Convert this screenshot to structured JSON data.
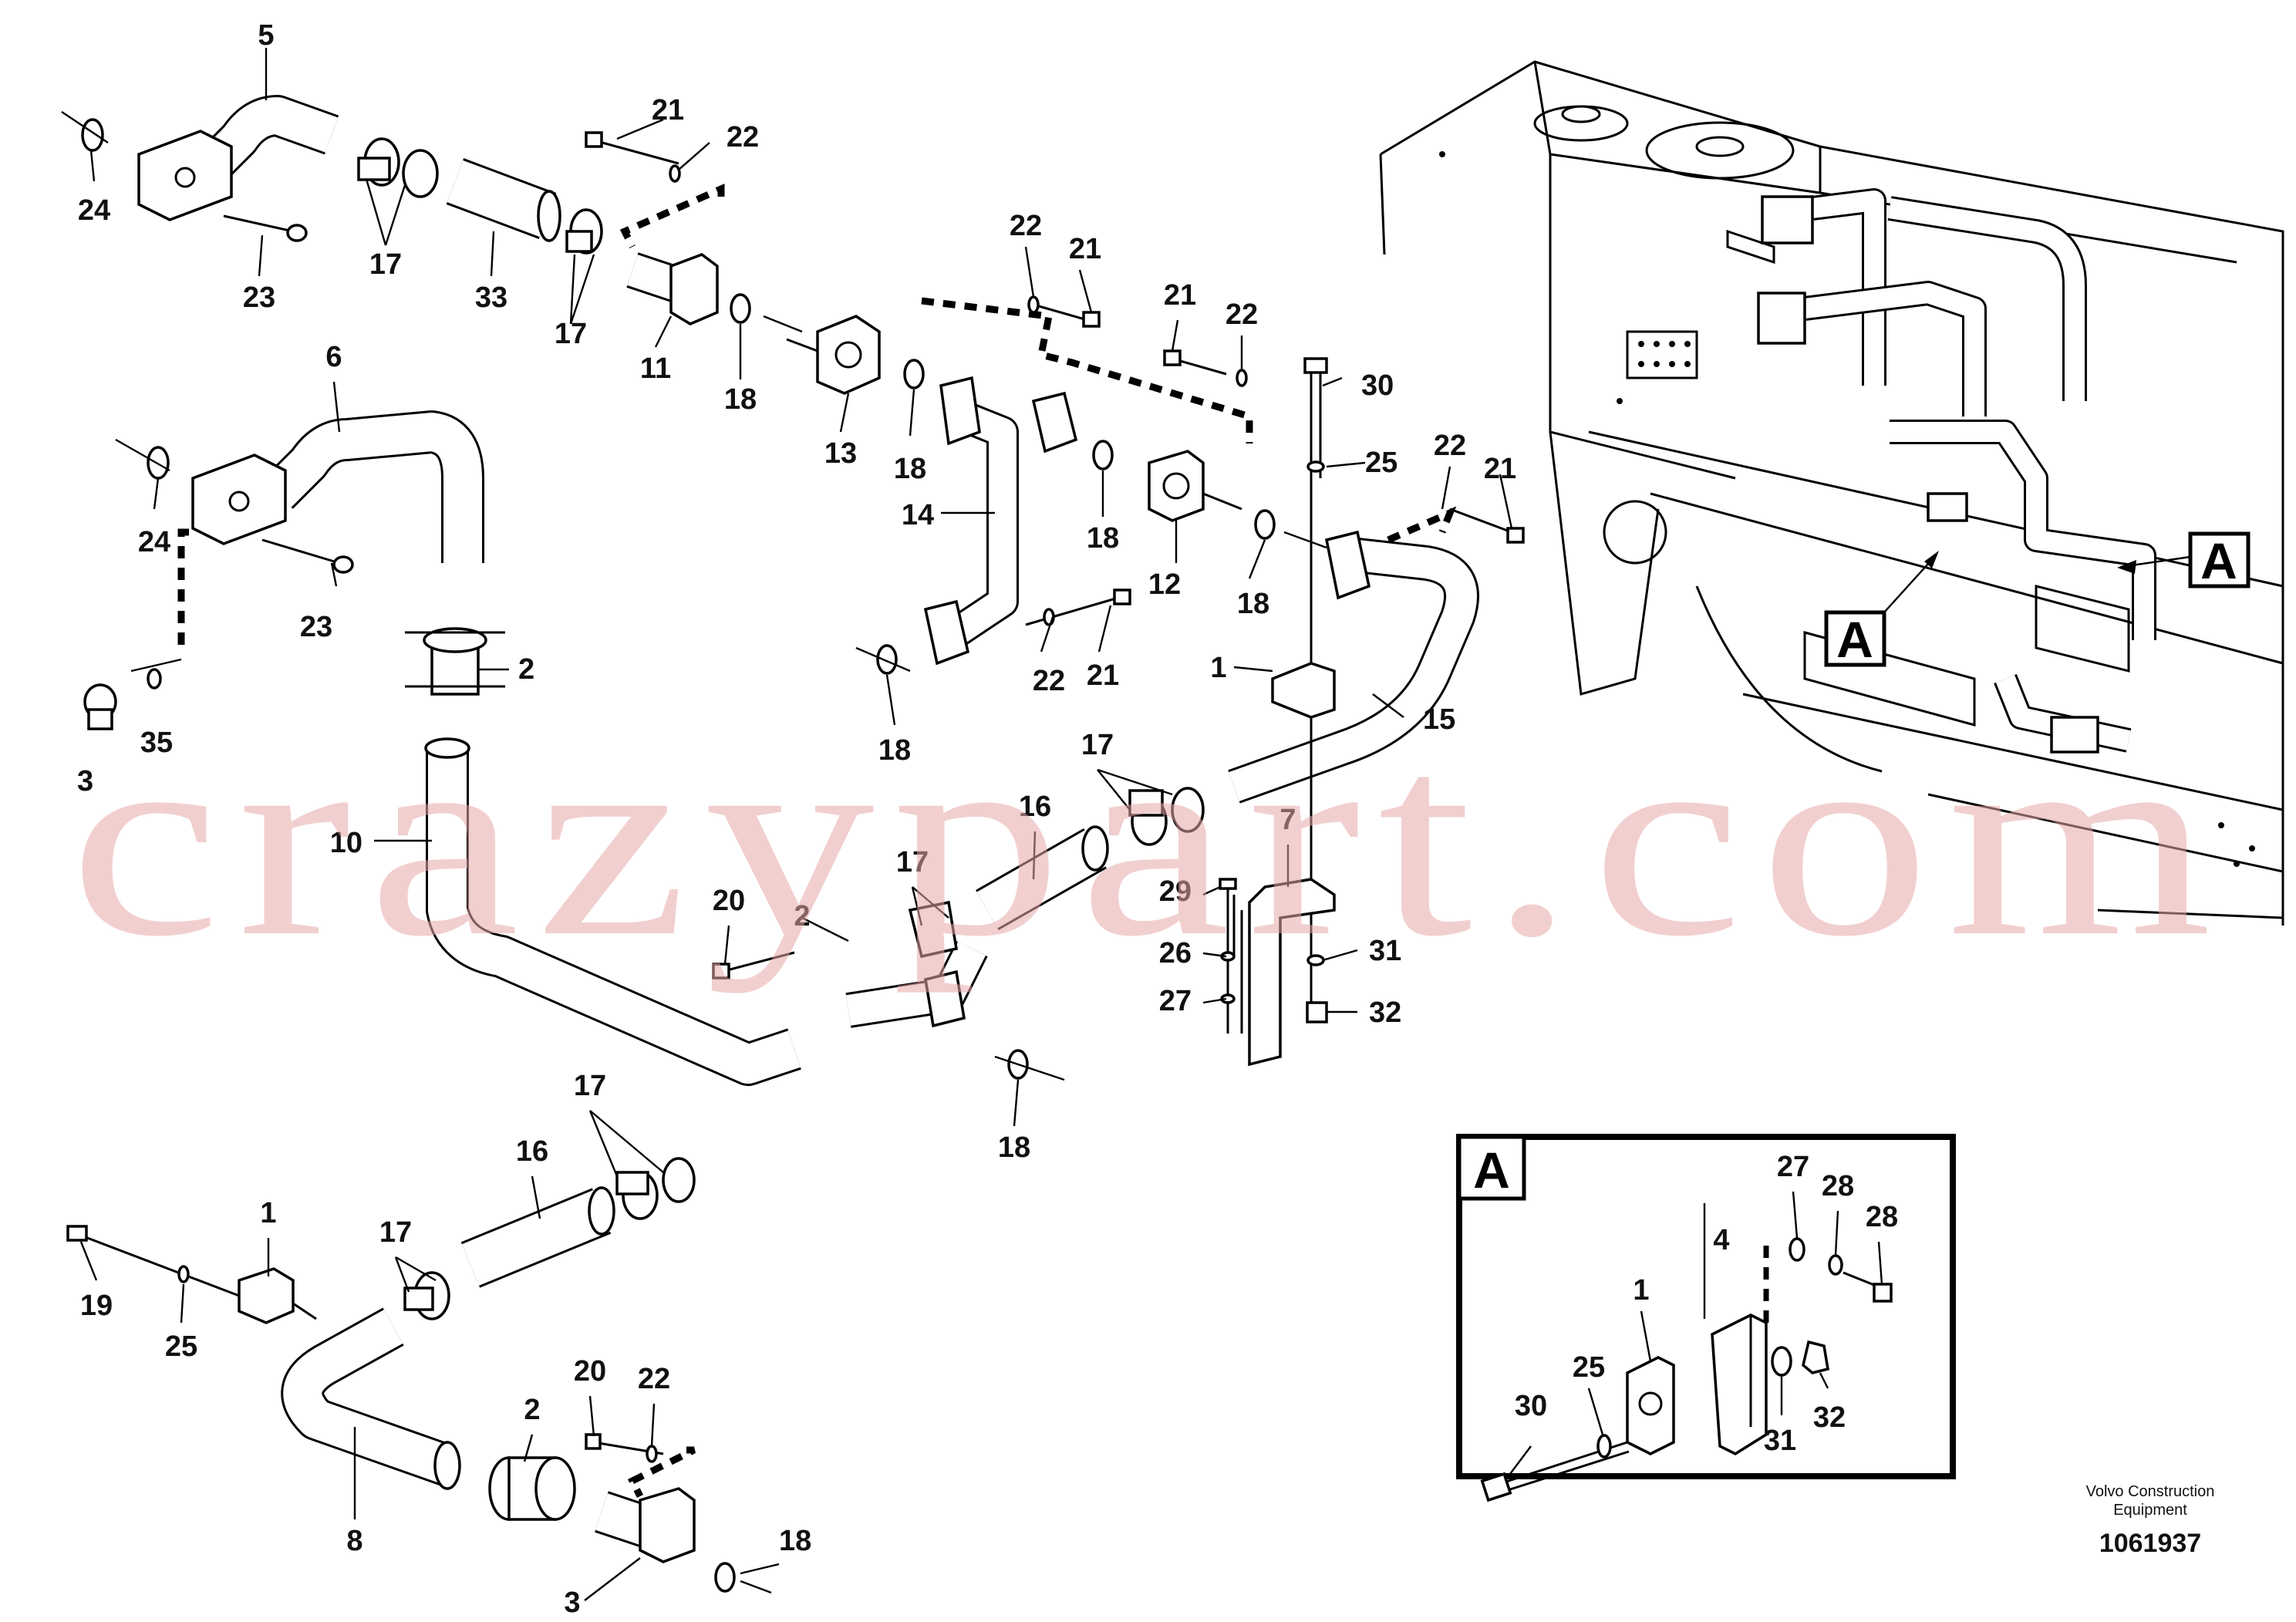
{
  "callouts": [
    {
      "id": "5",
      "text": "5"
    },
    {
      "id": "24a",
      "text": "24"
    },
    {
      "id": "23a",
      "text": "23"
    },
    {
      "id": "17a",
      "text": "17"
    },
    {
      "id": "33",
      "text": "33"
    },
    {
      "id": "17b",
      "text": "17"
    },
    {
      "id": "21a",
      "text": "21"
    },
    {
      "id": "22a",
      "text": "22"
    },
    {
      "id": "11",
      "text": "11"
    },
    {
      "id": "18a",
      "text": "18"
    },
    {
      "id": "22b",
      "text": "22"
    },
    {
      "id": "21b",
      "text": "21"
    },
    {
      "id": "21c",
      "text": "21"
    },
    {
      "id": "22c",
      "text": "22"
    },
    {
      "id": "30a",
      "text": "30"
    },
    {
      "id": "13",
      "text": "13"
    },
    {
      "id": "18b",
      "text": "18"
    },
    {
      "id": "14",
      "text": "14"
    },
    {
      "id": "18c",
      "text": "18"
    },
    {
      "id": "12",
      "text": "12"
    },
    {
      "id": "18d",
      "text": "18"
    },
    {
      "id": "25a",
      "text": "25"
    },
    {
      "id": "22d",
      "text": "22"
    },
    {
      "id": "21d",
      "text": "21"
    },
    {
      "id": "6",
      "text": "6"
    },
    {
      "id": "24b",
      "text": "24"
    },
    {
      "id": "23b",
      "text": "23"
    },
    {
      "id": "2a",
      "text": "2"
    },
    {
      "id": "35",
      "text": "35"
    },
    {
      "id": "34",
      "text": "3"
    },
    {
      "id": "22e",
      "text": "22"
    },
    {
      "id": "21e",
      "text": "21"
    },
    {
      "id": "18e",
      "text": "18"
    },
    {
      "id": "1a",
      "text": "1"
    },
    {
      "id": "15",
      "text": "15"
    },
    {
      "id": "17c",
      "text": "17"
    },
    {
      "id": "16a",
      "text": "16"
    },
    {
      "id": "10",
      "text": "10"
    },
    {
      "id": "7",
      "text": "7"
    },
    {
      "id": "17d",
      "text": "17"
    },
    {
      "id": "20a",
      "text": "20"
    },
    {
      "id": "2b",
      "text": "2"
    },
    {
      "id": "29",
      "text": "29"
    },
    {
      "id": "26",
      "text": "26"
    },
    {
      "id": "27a",
      "text": "27"
    },
    {
      "id": "31a",
      "text": "31"
    },
    {
      "id": "32a",
      "text": "32"
    },
    {
      "id": "18f",
      "text": "18"
    },
    {
      "id": "17e",
      "text": "17"
    },
    {
      "id": "16b",
      "text": "16"
    },
    {
      "id": "1b",
      "text": "1"
    },
    {
      "id": "19",
      "text": "19"
    },
    {
      "id": "25b",
      "text": "25"
    },
    {
      "id": "17f",
      "text": "17"
    },
    {
      "id": "20b",
      "text": "20"
    },
    {
      "id": "22f",
      "text": "22"
    },
    {
      "id": "2c",
      "text": "2"
    },
    {
      "id": "8",
      "text": "8"
    },
    {
      "id": "18g",
      "text": "18"
    },
    {
      "id": "3",
      "text": "3"
    },
    {
      "id": "27b",
      "text": "27"
    },
    {
      "id": "28b",
      "text": "28"
    },
    {
      "id": "28a",
      "text": "28"
    },
    {
      "id": "4",
      "text": "4"
    },
    {
      "id": "1c",
      "text": "1"
    },
    {
      "id": "25c",
      "text": "25"
    },
    {
      "id": "30b",
      "text": "30"
    },
    {
      "id": "31b",
      "text": "31"
    },
    {
      "id": "32b",
      "text": "32"
    }
  ],
  "view_markers": [
    {
      "id": "m1",
      "text": "A"
    },
    {
      "id": "m2",
      "text": "A"
    },
    {
      "id": "m3",
      "text": "A"
    }
  ],
  "brand": {
    "line1": "Volvo Construction",
    "line2": "Equipment"
  },
  "document_number": "1061937",
  "watermark": "crazypart.com"
}
